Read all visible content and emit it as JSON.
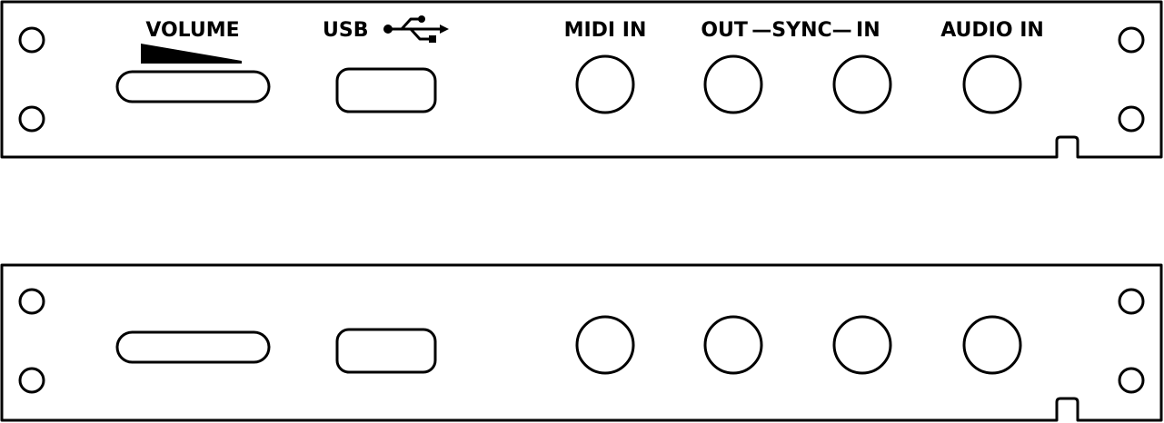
{
  "panels": [
    {
      "id": "top",
      "labeled": true,
      "labels": {
        "volume": "VOLUME",
        "usb": "USB",
        "midi_in": "MIDI IN",
        "sync": "OUT —SYNC— IN",
        "audio_in": "AUDIO IN"
      }
    },
    {
      "id": "bottom",
      "labeled": false
    }
  ],
  "colors": {
    "line": "#000000",
    "background": "#ffffff"
  },
  "icons": [
    "usb-icon",
    "volume-ramp-icon"
  ]
}
